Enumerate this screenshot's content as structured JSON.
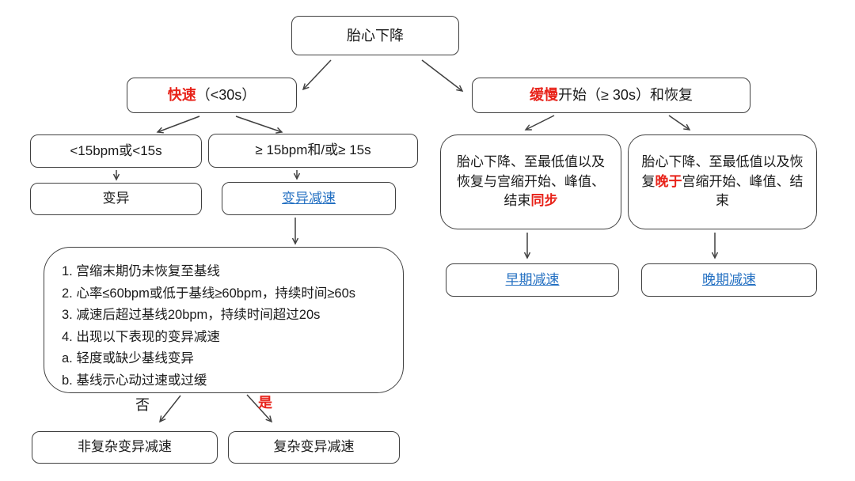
{
  "palette": {
    "background": "#ffffff",
    "border": "#404040",
    "text": "#1a1a1a",
    "highlight_red": "#e8231a",
    "link_blue": "#2470c2"
  },
  "nodes": {
    "root": {
      "label": "胎心下降"
    },
    "rapid": {
      "highlight": "快速",
      "rest": "（<30s）"
    },
    "slow": {
      "highlight": "缓慢",
      "rest": "开始（≥ 30s）和恢复"
    },
    "amplitude_small": {
      "label": "<15bpm或<15s"
    },
    "amplitude_large": {
      "label": "≥ 15bpm和/或≥ 15s"
    },
    "variability": {
      "label": "变异"
    },
    "variable_decel": {
      "label": "变异减速"
    },
    "criteria": {
      "items": [
        "1. 宫缩末期仍未恢复至基线",
        "2. 心率≤60bpm或低于基线≥60bpm，持续时间≥60s",
        "3. 减速后超过基线20bpm，持续时间超过20s",
        "4. 出现以下表现的变异减速",
        "a. 轻度或缺少基线变异",
        "b. 基线示心动过速或过缓"
      ]
    },
    "early_pattern": {
      "pre": "胎心下降、至最低值以及恢复与宫缩开始、峰值、结束",
      "highlight": "同步"
    },
    "late_pattern": {
      "pre": "胎心下降、至最低值以及恢复",
      "highlight": "晚于",
      "post": "宫缩开始、峰值、结束"
    },
    "non_complicated": {
      "label": "非复杂变异减速"
    },
    "complicated": {
      "label": "复杂变异减速"
    },
    "early_decel": {
      "label": "早期减速"
    },
    "late_decel": {
      "label": "晚期减速"
    }
  },
  "edge_labels": {
    "no": "否",
    "yes": "是"
  }
}
